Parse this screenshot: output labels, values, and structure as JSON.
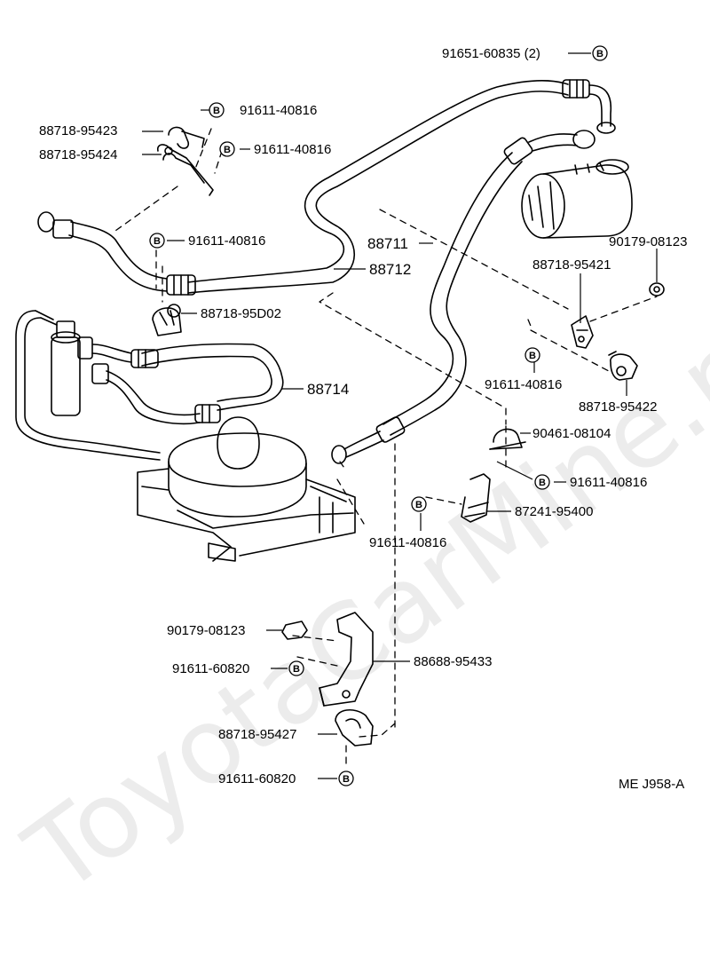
{
  "watermark": "ToyotaCarMine.ru",
  "diagram_code": "ME J958-A",
  "b_marker": "B",
  "labels": {
    "p_91651_60835": "91651-60835 (2)",
    "p_91611_40816_a": "91611-40816",
    "p_88718_95423": "88718-95423",
    "p_88718_95424": "88718-95424",
    "p_91611_40816_b": "91611-40816",
    "p_91611_40816_c": "91611-40816",
    "p_88711": "88711",
    "p_88712": "88712",
    "p_90179_08123_a": "90179-08123",
    "p_88718_95421": "88718-95421",
    "p_88718_95D02": "88718-95D02",
    "p_88714": "88714",
    "p_91611_40816_d": "91611-40816",
    "p_88718_95422": "88718-95422",
    "p_90461_08104": "90461-08104",
    "p_91611_40816_e": "91611-40816",
    "p_87241_95400": "87241-95400",
    "p_91611_40816_f": "91611-40816",
    "p_90179_08123_b": "90179-08123",
    "p_88688_95433": "88688-95433",
    "p_91611_60820_a": "91611-60820",
    "p_88718_95427": "88718-95427",
    "p_91611_60820_b": "91611-60820"
  }
}
